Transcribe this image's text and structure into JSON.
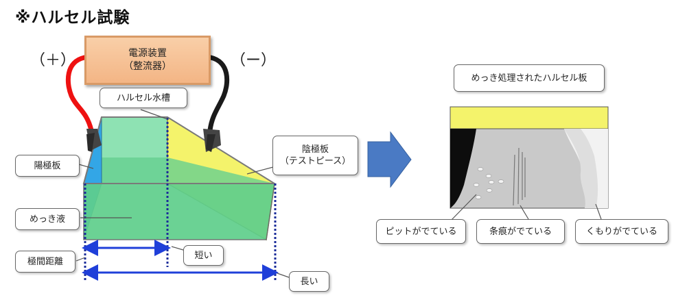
{
  "title": "※ハルセル試験",
  "power_supply": {
    "line1": "電源装置",
    "line2": "（整流器）"
  },
  "polarity": {
    "plus": "（＋）",
    "minus": "（ー）"
  },
  "labels": {
    "tank": "ハルセル水槽",
    "anode": "陽極板",
    "cathode_line1": "陰極板",
    "cathode_line2": "（テストピース）",
    "solution": "めっき液",
    "distance": "極間距離",
    "short": "短い",
    "long": "長い",
    "plated_panel": "めっき処理されたハルセル板",
    "pits": "ピットがでている",
    "streaks": "条痕がでている",
    "cloudy": "くもりがでている"
  },
  "colors": {
    "solution_green": "#5fcf8c",
    "cathode_yellow": "#f4f36b",
    "anode_blue": "#33a6e6",
    "wire_red": "#ee1111",
    "wire_black": "#1a1a1a",
    "arrow_blue": "#1f3fd9",
    "dotted_navy": "#1b2c9a",
    "big_arrow": "#4a7ac4",
    "psu_fill": "#f6c196"
  }
}
